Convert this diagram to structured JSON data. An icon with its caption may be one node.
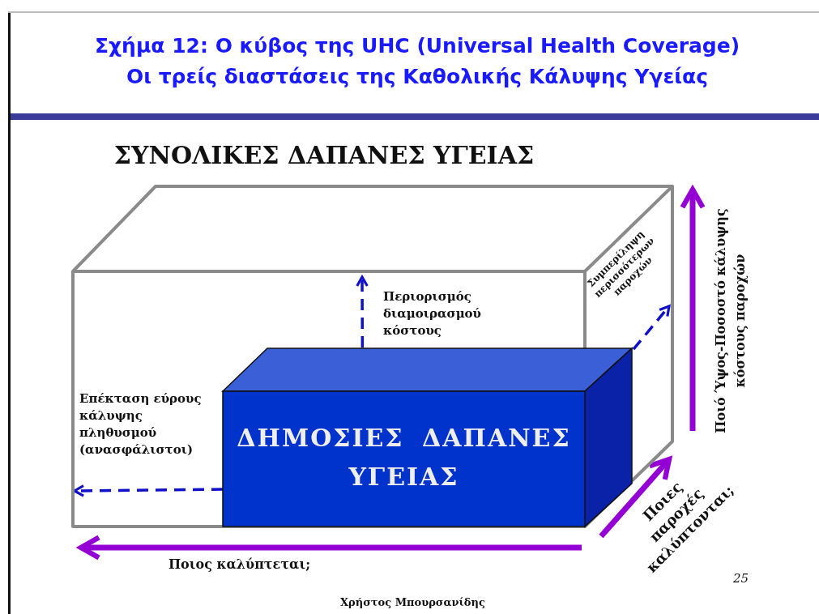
{
  "diagram": {
    "title": "Σχήμα 12: Ο κύβος της UHC (Universal Health Coverage) Οι τρείς διαστάσεις της Καθολικής Κάλυψης Υγείας",
    "nodes": [
      {
        "text": [
          "ΣΥΝΟΛΙΚΕΣ ΔΑΠΑΝΕΣ ΥΓΕΙΑΣ"
        ]
      },
      {
        "text": [
          "ΔΗΜΟΣΙΕΣ ΔΑΠΑΝΕΣ ΥΓΕΙΑΣ"
        ],
        "in": 0
      }
    ],
    "edges": [
      {
        "from": 1,
        "to": null,
        "arrow": "to",
        "style": "dashed"
      },
      {
        "from": 1,
        "to": null,
        "arrow": "to",
        "style": "dashed"
      },
      {
        "from": 1,
        "to": null,
        "arrow": "to",
        "style": "dashed"
      }
    ],
    "labels": [
      "Περιορισμός διαμοιρασμού κόστους",
      "Συμπερίληψη περισσότερων παροχών",
      "Ποιό Ύψος-Ποσοστό κάλυψης κόστους παροχών",
      "Επέκταση εύρους κάλυψης πληθυσμού (ανασφάλιστοι)",
      "Ποιες παροχές καλύπτονται;",
      "Ποιος καλύπτεται;",
      "25",
      "Χρήστος Μπουρσανίδης"
    ]
  }
}
